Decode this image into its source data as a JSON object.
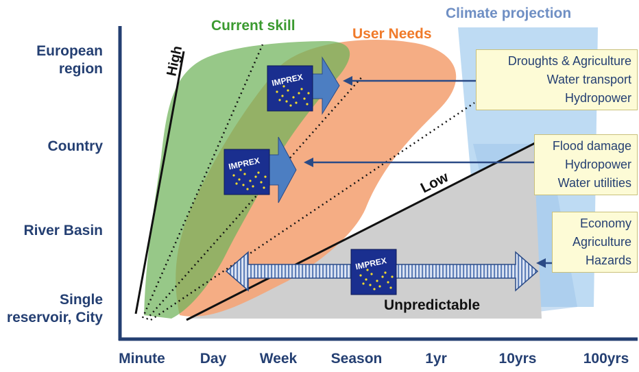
{
  "headings": {
    "current_skill": "Current skill",
    "user_needs": "User Needs",
    "climate_projection": "Climate projection"
  },
  "colors": {
    "axis": "#243f72",
    "current_skill": "#3a9a2f",
    "user_needs": "#f07a2a",
    "climate_projection": "#6f8fc4",
    "skill_region": "#6fb35a",
    "needs_region": "#f4a67a",
    "unpredictable_region": "#cfcfcf",
    "climate_band": "#b7d7f2",
    "box_fill": "#fdfbd6",
    "logo_blue": "#1a2f8f",
    "logo_stars": "#f4dc2c"
  },
  "y_axis_labels": [
    "European region",
    "Country",
    "River Basin",
    "Single reservoir, City"
  ],
  "x_axis_labels": [
    "Minute",
    "Day",
    "Week",
    "Season",
    "1yr",
    "10yrs",
    "100yrs"
  ],
  "line_labels": {
    "high": "High",
    "low": "Low"
  },
  "region_labels": {
    "unpredictable": "Unpredictable"
  },
  "logo_text": "IMPREX",
  "sector_boxes": [
    {
      "lines": [
        "Droughts & Agriculture",
        "Water transport",
        "Hydropower"
      ]
    },
    {
      "lines": [
        "Flood damage",
        "Hydropower",
        "Water utilities"
      ]
    },
    {
      "lines": [
        "Economy",
        "Agriculture",
        "Hazards"
      ]
    }
  ]
}
